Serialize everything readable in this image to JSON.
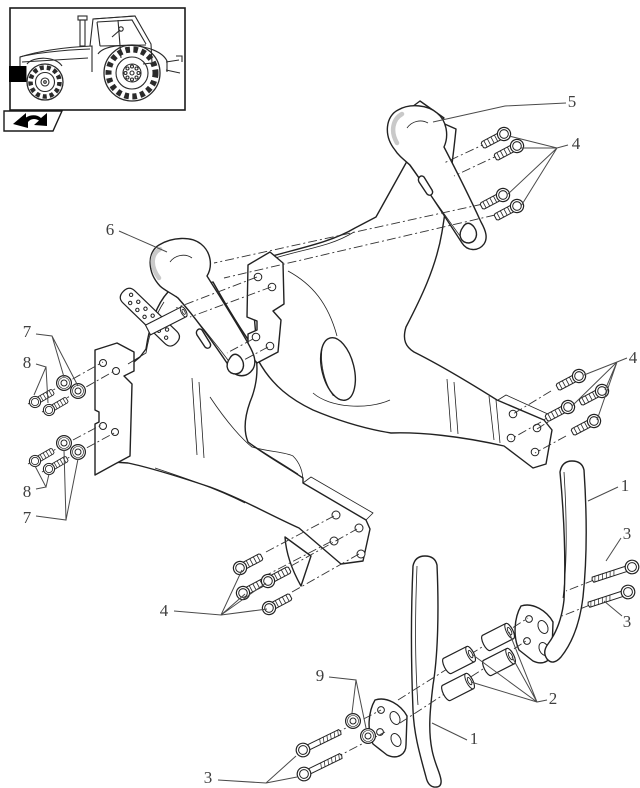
{
  "figure": {
    "kind": "exploded-parts-diagram",
    "colors": {
      "background": "#ffffff",
      "line": "#222222",
      "leader": "#4a4a4a",
      "callout_text": "#3f3f3f",
      "thumbnail_highlight": "#000000"
    },
    "thumbnail": {
      "icon": "tractor-side-view",
      "highlight_color": "#000000"
    },
    "direction_icon": "front-direction-arrow"
  },
  "callouts": [
    {
      "label": "5"
    },
    {
      "label": "4"
    },
    {
      "label": "6"
    },
    {
      "label": "7"
    },
    {
      "label": "8"
    },
    {
      "label": "8"
    },
    {
      "label": "7"
    },
    {
      "label": "4"
    },
    {
      "label": "4"
    },
    {
      "label": "1"
    },
    {
      "label": "3"
    },
    {
      "label": "3"
    },
    {
      "label": "9"
    },
    {
      "label": "2"
    },
    {
      "label": "1"
    },
    {
      "label": "3"
    }
  ]
}
